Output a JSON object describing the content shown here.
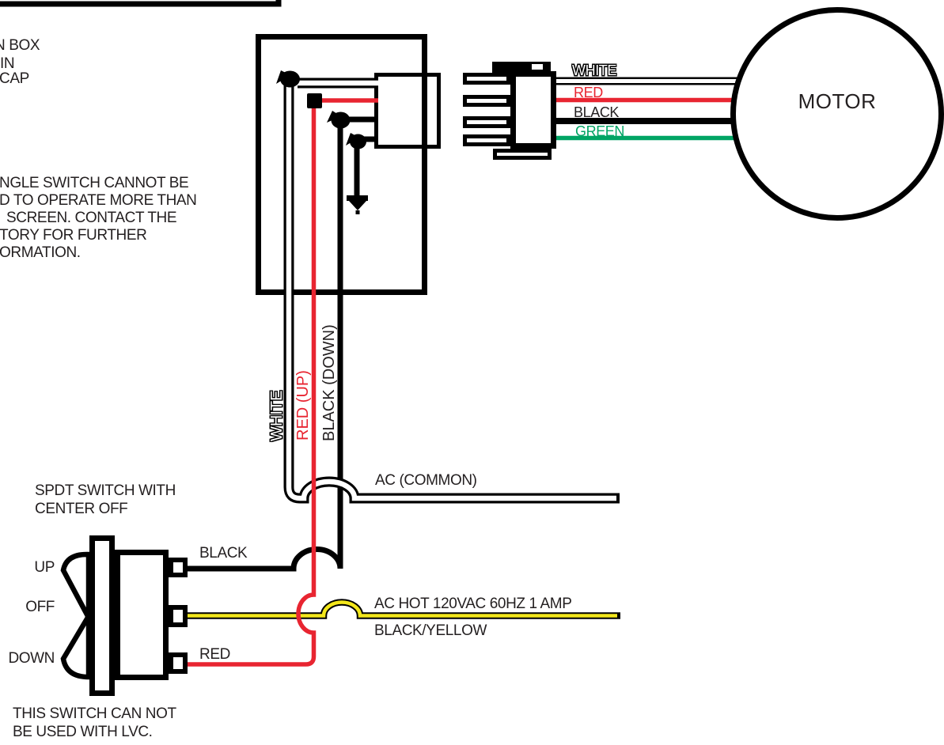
{
  "colors": {
    "line_black": "#000000",
    "wire_red": "#e82531",
    "wire_green": "#00a464",
    "wire_yellow": "#f3e71c",
    "wire_white_core": "#ffffff"
  },
  "notes": {
    "top_left_lines": [
      "N BOX",
      "IN",
      "CAP"
    ],
    "warning_lines": [
      "NGLE SWITCH CANNOT BE",
      "D TO OPERATE MORE THAN",
      "SCREEN. CONTACT THE",
      "TORY FOR FURTHER",
      "ORMATION."
    ],
    "switch_footnote_lines": [
      "THIS SWITCH CAN NOT",
      "BE USED WITH LVC."
    ]
  },
  "motor": {
    "label": "MOTOR"
  },
  "motor_leads": {
    "white": "WHITE",
    "red": "RED",
    "black": "BLACK",
    "green": "GREEN"
  },
  "riser_leads": {
    "white": "WHITE",
    "red": "RED (UP)",
    "black": "BLACK (DOWN)"
  },
  "power_lines": {
    "ac_common": "AC (COMMON)",
    "ac_hot": "AC HOT 120VAC 60HZ 1 AMP",
    "black_yellow": "BLACK/YELLOW"
  },
  "switch": {
    "title_line1": "SPDT SWITCH WITH",
    "title_line2": "CENTER OFF",
    "pos_up": "UP",
    "pos_off": "OFF",
    "pos_down": "DOWN",
    "wire_black": "BLACK",
    "wire_red": "RED"
  }
}
